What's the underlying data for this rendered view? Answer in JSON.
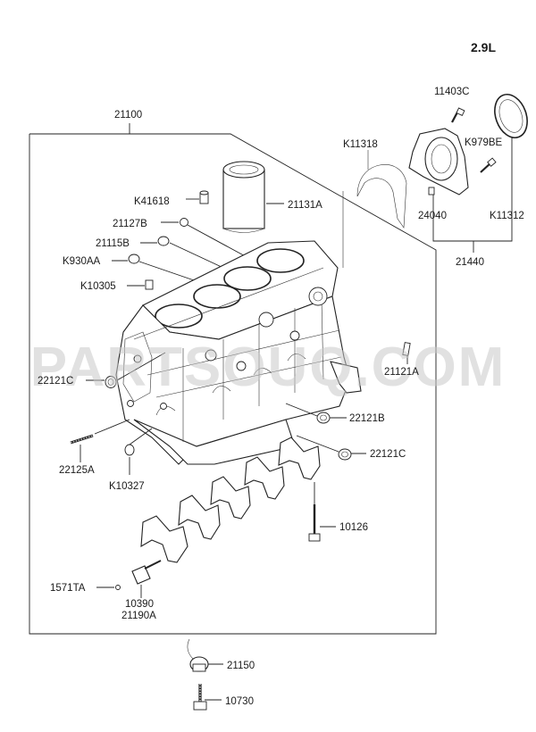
{
  "engine": "2.9L",
  "watermark": "PARTSOUQ.COM",
  "labels": {
    "p11403C": "11403C",
    "p21100": "21100",
    "pK11318": "K11318",
    "pK979BE": "K979BE",
    "pK41618": "K41618",
    "p21131A": "21131A",
    "p21127B": "21127B",
    "p24040": "24040",
    "pK11312": "K11312",
    "p21115B": "21115B",
    "pK930AA": "K930AA",
    "p21440": "21440",
    "pK10305": "K10305",
    "p22121C_l": "22121C",
    "p21121A": "21121A",
    "p22121B": "22121B",
    "p22121C_r": "22121C",
    "p22125A": "22125A",
    "pK10327": "K10327",
    "p10126": "10126",
    "p1571TA": "1571TA",
    "p10390": "10390",
    "p21190A": "21190A",
    "p21150": "21150",
    "p10730": "10730"
  }
}
